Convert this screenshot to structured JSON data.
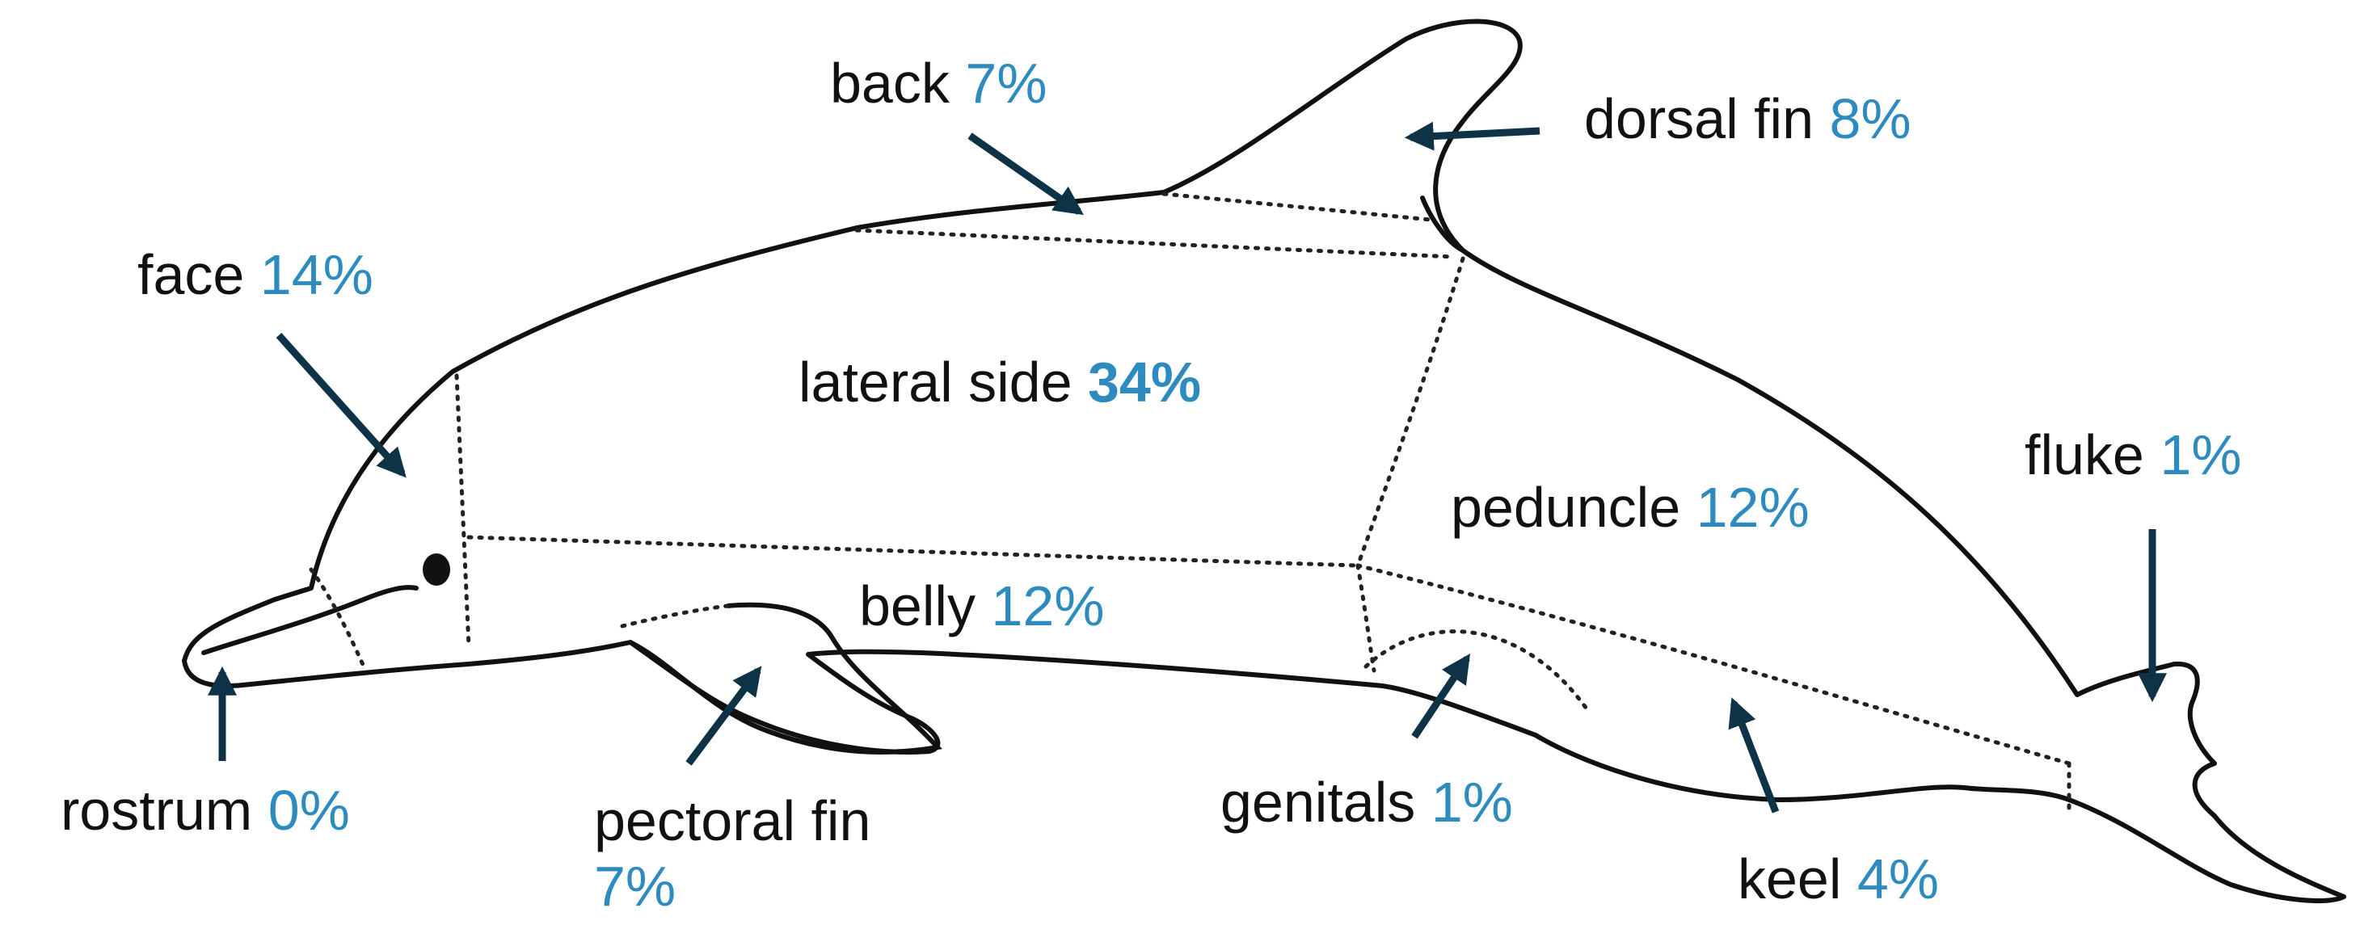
{
  "accent_color": "#2e8bbf",
  "arrow_color": "#0f3346",
  "labels": {
    "back": {
      "name": "back",
      "pct": "7%"
    },
    "dorsal_fin": {
      "name": "dorsal fin",
      "pct": "8%"
    },
    "face": {
      "name": "face",
      "pct": "14%"
    },
    "lateral_side": {
      "name": "lateral side",
      "pct": "34%"
    },
    "peduncle": {
      "name": "peduncle",
      "pct": "12%"
    },
    "fluke": {
      "name": "fluke",
      "pct": "1%"
    },
    "belly": {
      "name": "belly",
      "pct": "12%"
    },
    "rostrum": {
      "name": "rostrum",
      "pct": "0%"
    },
    "pectoral_fin": {
      "name": "pectoral fin",
      "pct": "7%"
    },
    "genitals": {
      "name": "genitals",
      "pct": "1%"
    },
    "keel": {
      "name": "keel",
      "pct": "4%"
    }
  }
}
